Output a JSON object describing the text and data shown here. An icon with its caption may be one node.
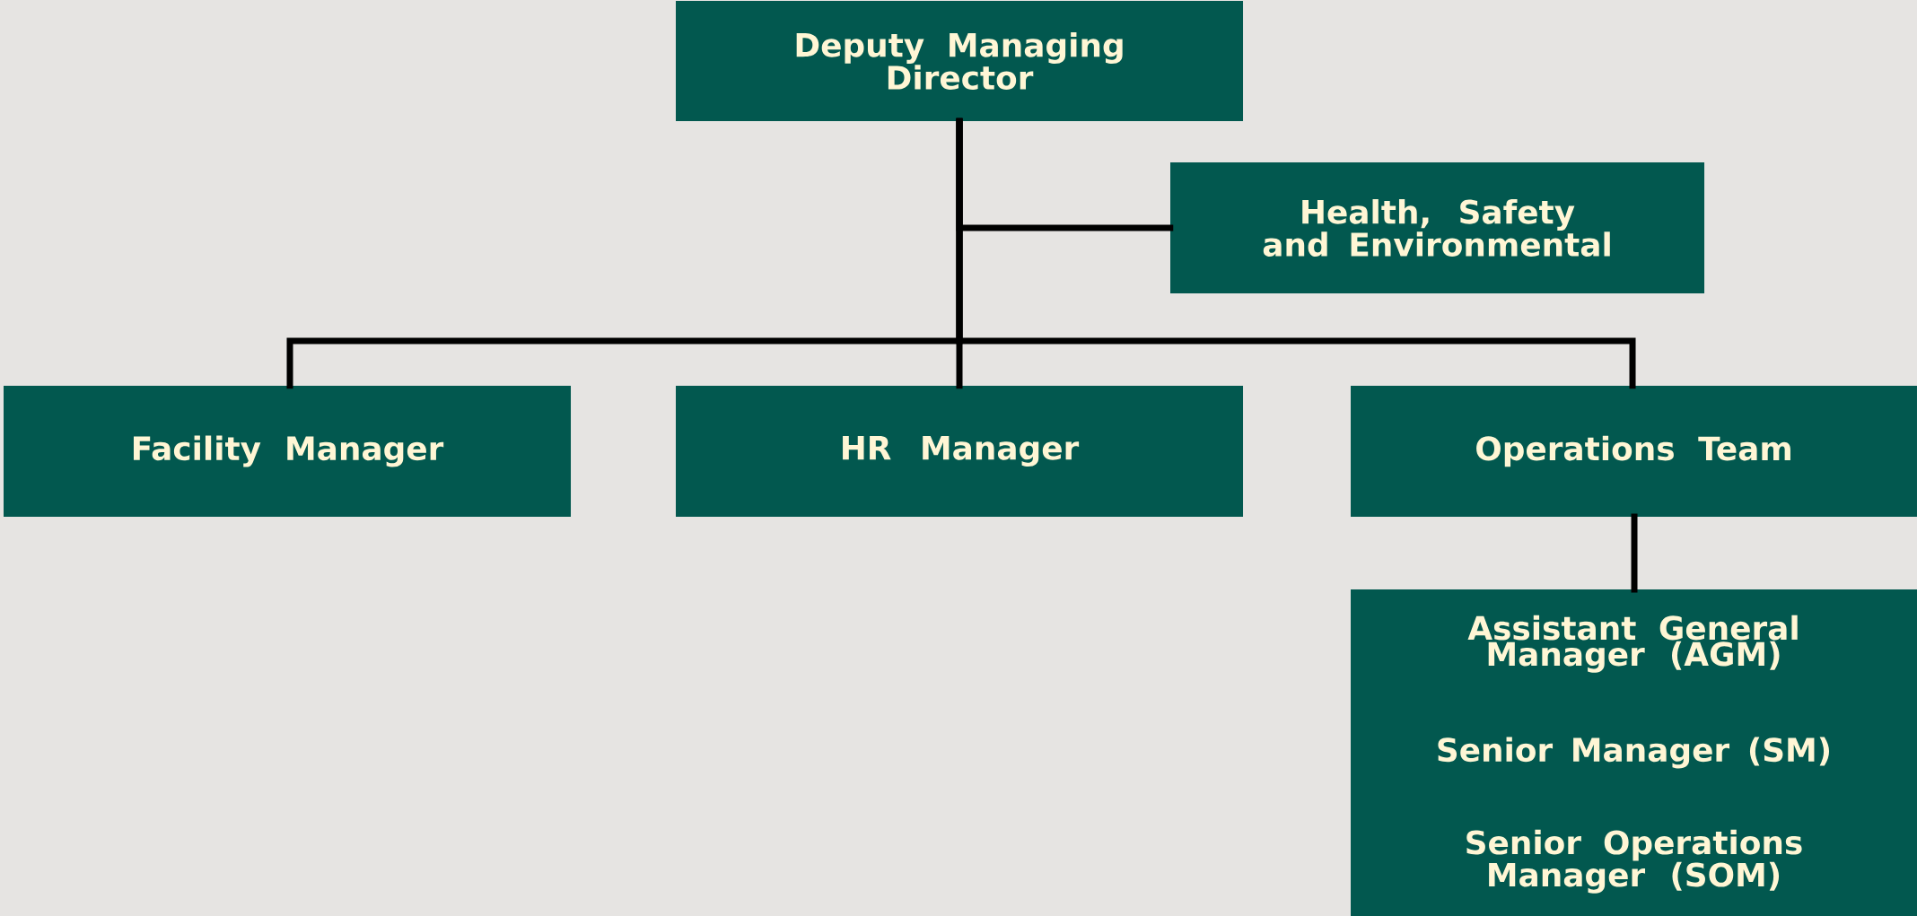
{
  "diagram": {
    "nodes": [
      {
        "text": [
          "Deputy Managing Director"
        ]
      },
      {
        "text": [
          "Health, Safety and Environmental"
        ]
      },
      {
        "text": [
          "Facility Manager"
        ]
      },
      {
        "text": [
          "HR Manager"
        ]
      },
      {
        "text": [
          "Operations Team"
        ]
      },
      {
        "text": [
          "Assistant General Manager (AGM)",
          "Senior Manager (SM)",
          "Senior Operations Manager (SOM)"
        ]
      }
    ],
    "edges": [
      {
        "from": 0,
        "to": 1,
        "arrow": "none"
      },
      {
        "from": 0,
        "to": 2,
        "arrow": "none"
      },
      {
        "from": 0,
        "to": 3,
        "arrow": "none"
      },
      {
        "from": 0,
        "to": 4,
        "arrow": "none"
      },
      {
        "from": 4,
        "to": 5,
        "arrow": "none"
      }
    ]
  }
}
